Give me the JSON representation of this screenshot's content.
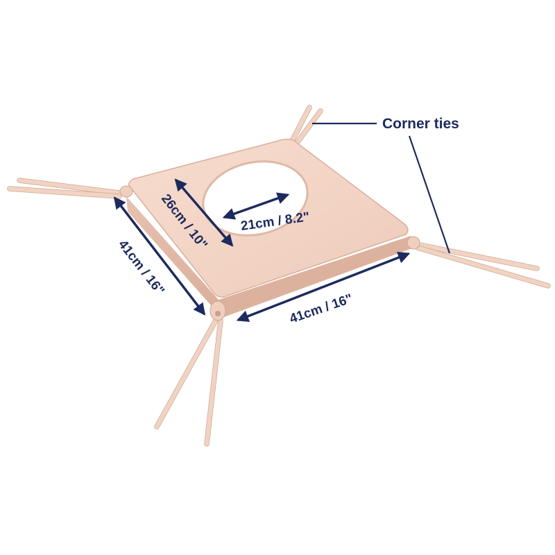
{
  "labels": {
    "hole_width": "21cm / 8.2\"",
    "hole_length": "26cm / 10\"",
    "side_left": "41cm / 16\"",
    "side_front": "41cm / 16\"",
    "callout": "Corner ties"
  },
  "colors": {
    "cushion": "#f2d3c3",
    "cushion_side": "#e3b9a5",
    "text": "#1c2a5e"
  }
}
